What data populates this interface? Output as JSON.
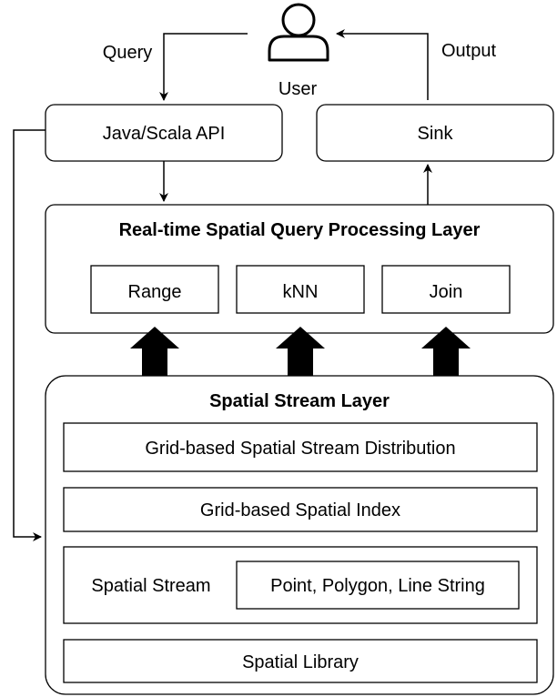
{
  "user": {
    "label": "User",
    "icon": "user-icon"
  },
  "edges": {
    "query_label": "Query",
    "output_label": "Output"
  },
  "api": {
    "label": "Java/Scala API"
  },
  "sink": {
    "label": "Sink"
  },
  "query_layer": {
    "title": "Real-time Spatial Query Processing Layer",
    "ops": [
      "Range",
      "kNN",
      "Join"
    ]
  },
  "stream_layer": {
    "title": "Spatial Stream Layer",
    "distribution": "Grid-based Spatial Stream Distribution",
    "index": "Grid-based Spatial Index",
    "stream_label": "Spatial Stream",
    "geometry_types": "Point, Polygon, Line String",
    "library": "Spatial Library"
  }
}
